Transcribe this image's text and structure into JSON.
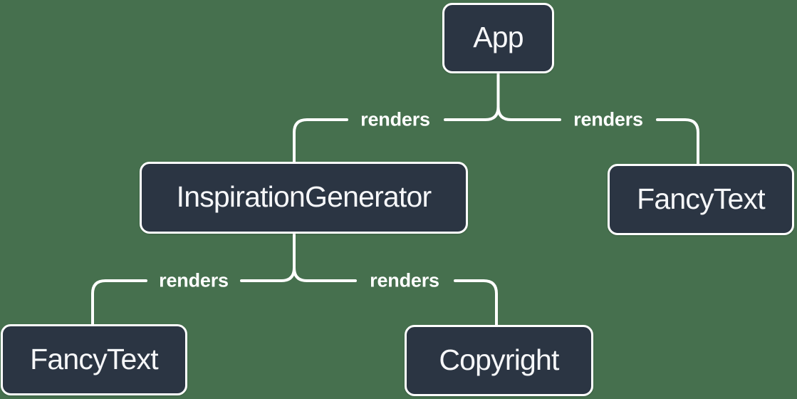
{
  "diagram": {
    "type": "component-render-tree",
    "colors": {
      "background": "#46704e",
      "node_fill": "#2b3543",
      "node_border": "#ffffff",
      "node_text": "#f6f7f9",
      "edge": "#ffffff",
      "edge_label_text": "#ffffff"
    },
    "nodes": [
      {
        "id": "app",
        "label": "App"
      },
      {
        "id": "inspiration-generator",
        "label": "InspirationGenerator"
      },
      {
        "id": "fancy-text-top",
        "label": "FancyText"
      },
      {
        "id": "fancy-text-bottom",
        "label": "FancyText"
      },
      {
        "id": "copyright",
        "label": "Copyright"
      }
    ],
    "edges": [
      {
        "from": "App",
        "to": "InspirationGenerator",
        "label": "renders"
      },
      {
        "from": "App",
        "to": "FancyText",
        "label": "renders"
      },
      {
        "from": "InspirationGenerator",
        "to": "FancyText",
        "label": "renders"
      },
      {
        "from": "InspirationGenerator",
        "to": "Copyright",
        "label": "renders"
      }
    ]
  }
}
